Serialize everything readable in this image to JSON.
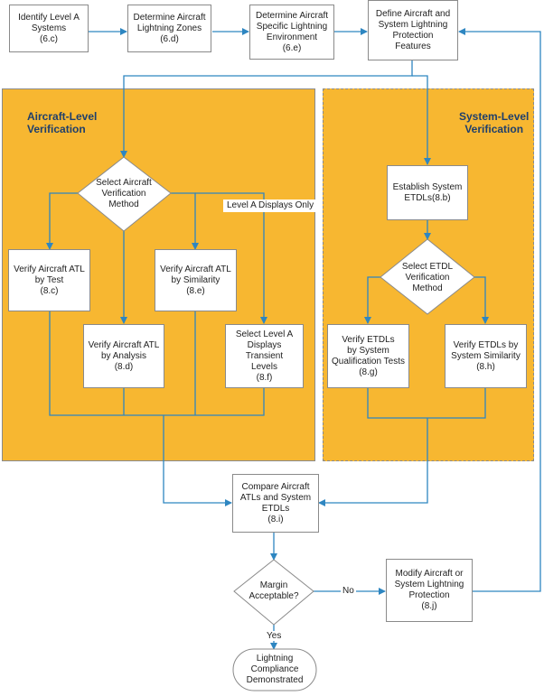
{
  "colors": {
    "region_fill": "#f7b731",
    "connector": "#2e86c1",
    "region_title": "#1f3f6b",
    "node_border": "#8a8a8a"
  },
  "regions": {
    "aircraft_title": "Aircraft-Level\nVerification",
    "system_title": "System-Level\nVerification"
  },
  "nodes": {
    "identify": "Identify Level A\nSystems\n(6.c)",
    "zones": "Determine Aircraft\nLightning Zones\n(6.d)",
    "environment": "Determine Aircraft\nSpecific Lightning\nEnvironment\n(6.e)",
    "define": "Define Aircraft and\nSystem Lightning\nProtection\nFeatures",
    "select_aircraft_method": "Select Aircraft\nVerification\nMethod",
    "atl_test": "Verify Aircraft ATL\nby Test\n(8.c)",
    "atl_analysis": "Verify Aircraft ATL\nby Analysis\n(8.d)",
    "atl_similarity": "Verify Aircraft ATL\nby Similarity\n(8.e)",
    "displays_note": "Level A Displays Only",
    "displays_transient": "Select Level A\nDisplays Transient\nLevels\n(8.f)",
    "establish_etdl": "Establish System\nETDLs(8.b)",
    "select_etdl_method": "Select ETDL\nVerification\nMethod",
    "etdl_qual": "Verify ETDLs\nby System\nQualification Tests\n(8.g)",
    "etdl_similarity": "Verify ETDLs by\nSystem Similarity\n(8.h)",
    "compare": "Compare Aircraft\nATLs and System\nETDLs\n(8.i)",
    "margin": "Margin\nAcceptable?",
    "modify": "Modify Aircraft or\nSystem Lightning\nProtection\n(8.j)",
    "compliance": "Lightning\nCompliance\nDemonstrated"
  },
  "flow_labels": {
    "no": "No",
    "yes": "Yes"
  }
}
